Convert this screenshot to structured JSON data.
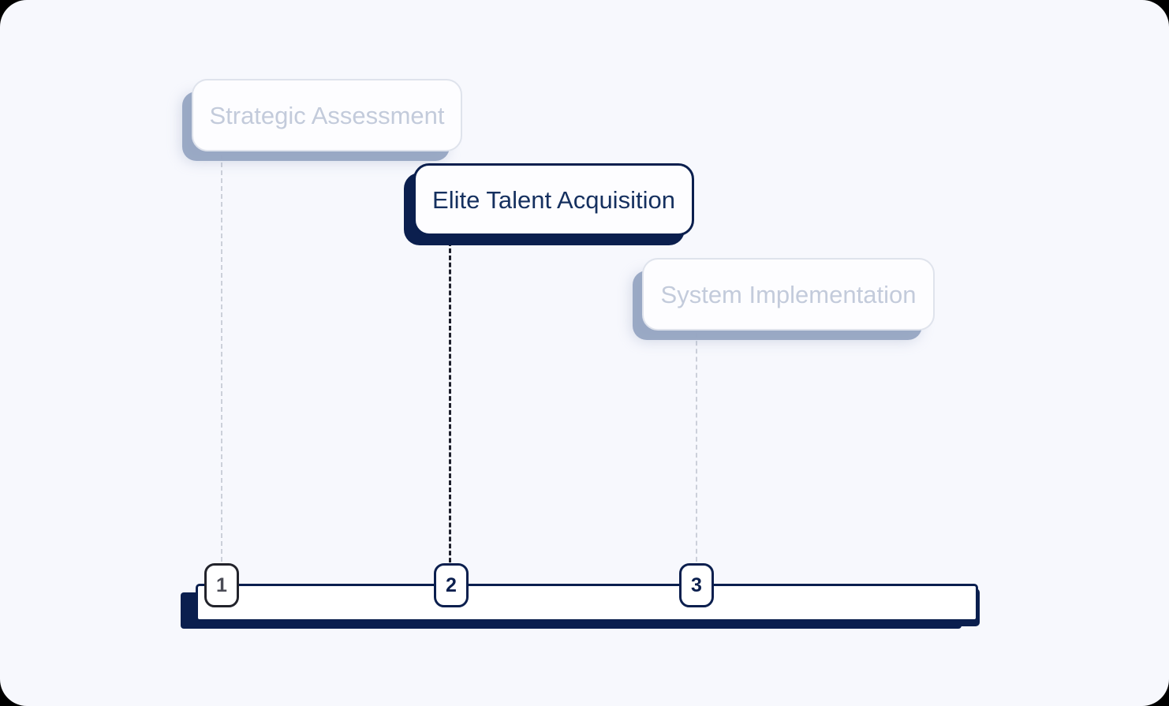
{
  "theme": {
    "background": "#f7f8fd",
    "accent_navy": "#0b1f4e",
    "active_text": "#15305f",
    "inactive_text": "#c3cbdb",
    "inactive_shadow": "#96a5c2",
    "card_surface": "#fdfdff"
  },
  "timeline": {
    "name": "milestone-roadmap",
    "milestones": [
      {
        "number": "1",
        "label": "Strategic Assessment",
        "state": "inactive"
      },
      {
        "number": "2",
        "label": "Elite Talent Acquisition",
        "state": "active"
      },
      {
        "number": "3",
        "label": "System Implementation",
        "state": "inactive"
      }
    ]
  }
}
